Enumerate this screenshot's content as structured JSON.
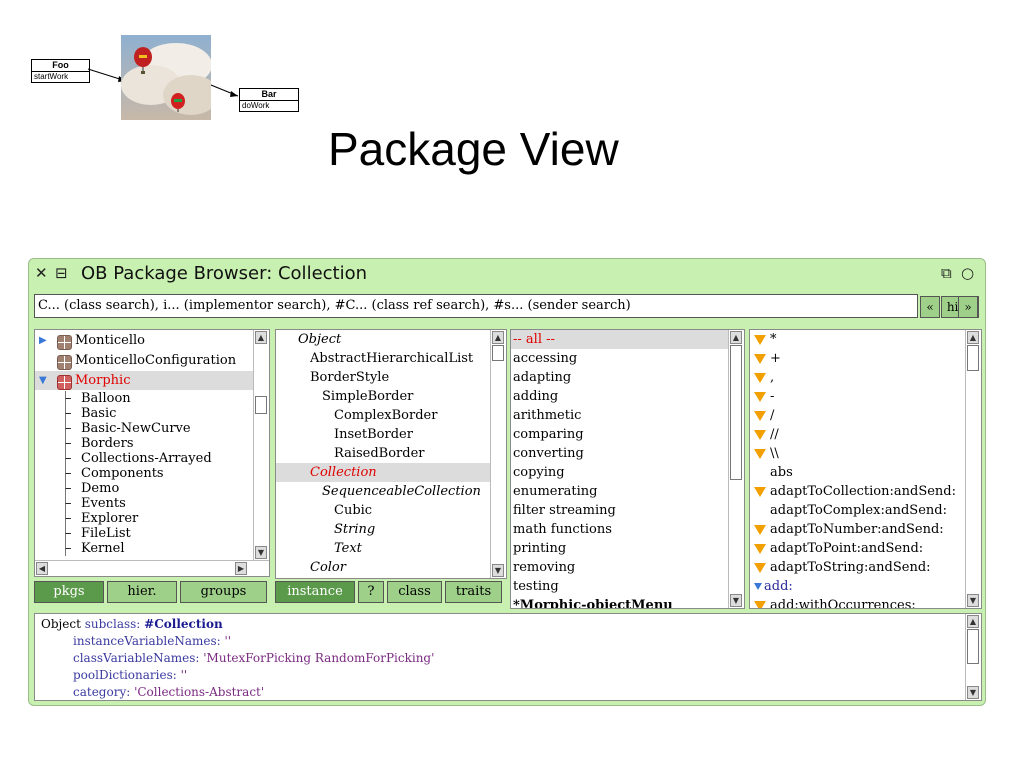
{
  "slide": {
    "title": "Package View",
    "uml_foo": {
      "name": "Foo",
      "method": "startWork"
    },
    "uml_bar": {
      "name": "Bar",
      "method": "doWork"
    }
  },
  "window": {
    "title": "OB Package Browser: Collection",
    "search_text": "C... (class search), i... (implementor search), #C... (class ref search), #s... (sender search)",
    "history": {
      "back": "«",
      "label": "hist.",
      "forward": "»"
    }
  },
  "packages": {
    "items": [
      "Monticello",
      "MonticelloConfiguration",
      "Morphic"
    ],
    "subitems": [
      "Balloon",
      "Basic",
      "Basic-NewCurve",
      "Borders",
      "Collections-Arrayed",
      "Components",
      "Demo",
      "Events",
      "Explorer",
      "FileList",
      "Kernel"
    ],
    "buttons": [
      "pkgs",
      "hier.",
      "groups"
    ]
  },
  "classes": {
    "items": [
      "Object",
      "AbstractHierarchicalList",
      "BorderStyle",
      "SimpleBorder",
      "ComplexBorder",
      "InsetBorder",
      "RaisedBorder",
      "Collection",
      "SequenceableCollection",
      "Cubic",
      "String",
      "Text",
      "Color"
    ],
    "buttons": [
      "instance",
      "?",
      "class",
      "traits"
    ]
  },
  "categories": {
    "items": [
      "-- all --",
      "accessing",
      "adapting",
      "adding",
      "arithmetic",
      "comparing",
      "converting",
      "copying",
      "enumerating",
      "filter streaming",
      "math functions",
      "printing",
      "removing",
      "testing",
      "*Morphic-objectMenu"
    ]
  },
  "methods": {
    "items": [
      "*",
      "+",
      ",",
      "-",
      "/",
      "//",
      "\\\\",
      "abs",
      "adaptToCollection:andSend:",
      "adaptToComplex:andSend:",
      "adaptToNumber:andSend:",
      "adaptToPoint:andSend:",
      "adaptToString:andSend:",
      "add:",
      "add:withOccurrences:"
    ]
  },
  "code": {
    "l1_a": "Object",
    "l1_b": " subclass: ",
    "l1_c": "#Collection",
    "l2_a": "instanceVariableNames: ",
    "l2_b": "''",
    "l3_a": "classVariableNames: ",
    "l3_b": "'MutexForPicking RandomForPicking'",
    "l4_a": "poolDictionaries: ",
    "l4_b": "''",
    "l5_a": "category: ",
    "l5_b": "'Collections-Abstract'"
  },
  "colors": {
    "window_bg": "#c8f0b0",
    "selected_red": "#e00000",
    "button_green": "#9fd08a",
    "button_active": "#5a9a4a",
    "method_icon": "#f2a000"
  }
}
